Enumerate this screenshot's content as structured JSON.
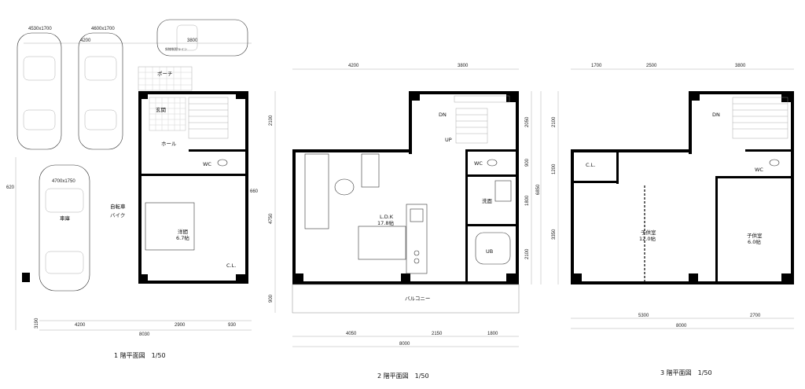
{
  "titles": {
    "floor1": "1 階平面図　1/50",
    "floor2": "2 階平面図　1/50",
    "floor3": "3 階平面図　1/50"
  },
  "floor1": {
    "cars": [
      "4530x1700",
      "4600x1700",
      "4700x1750"
    ],
    "dims_top": [
      "4200",
      "3800"
    ],
    "dims_bottom": [
      "4200",
      "2900",
      "930"
    ],
    "dim_total": "8030",
    "dim_left": "620",
    "dim_left_bottom": "3190",
    "dim_right": "660",
    "parking_line": "斜線制限ライン",
    "rooms": {
      "porch": "ポーチ",
      "entrance": "玄関",
      "hall": "ホール",
      "wc": "WC",
      "western": "洋間",
      "western_size": "6.7帖",
      "closet": "C.L.",
      "garage": "車庫",
      "bike1": "自転車",
      "bike2": "バイク"
    }
  },
  "floor2": {
    "dims_top": [
      "4200",
      "3800"
    ],
    "dims_bottom": [
      "4050",
      "2150",
      "1800"
    ],
    "dim_total": "8000",
    "dims_left": [
      "2100",
      "4750",
      "900"
    ],
    "dims_right": [
      "2050",
      "900",
      "1800",
      "2100"
    ],
    "dim_right_total": "6850",
    "rooms": {
      "ldk": "L.D.K",
      "ldk_size": "17.8帖",
      "wc": "WC",
      "wash": "洗面",
      "ub": "UB",
      "balcony": "バルコニー",
      "dn": "DN",
      "up": "UP"
    }
  },
  "floor3": {
    "dims_top": [
      "1700",
      "2500",
      "3800"
    ],
    "dims_bottom": [
      "5300",
      "2700"
    ],
    "dim_total": "8000",
    "dims_left": [
      "2100",
      "1200",
      "3350"
    ],
    "rooms": {
      "closet": "C.L.",
      "wc": "WC",
      "child1": "子供室",
      "child1_size": "12.0帖",
      "child2": "子供室",
      "child2_size": "6.0帖",
      "dn": "DN"
    }
  }
}
